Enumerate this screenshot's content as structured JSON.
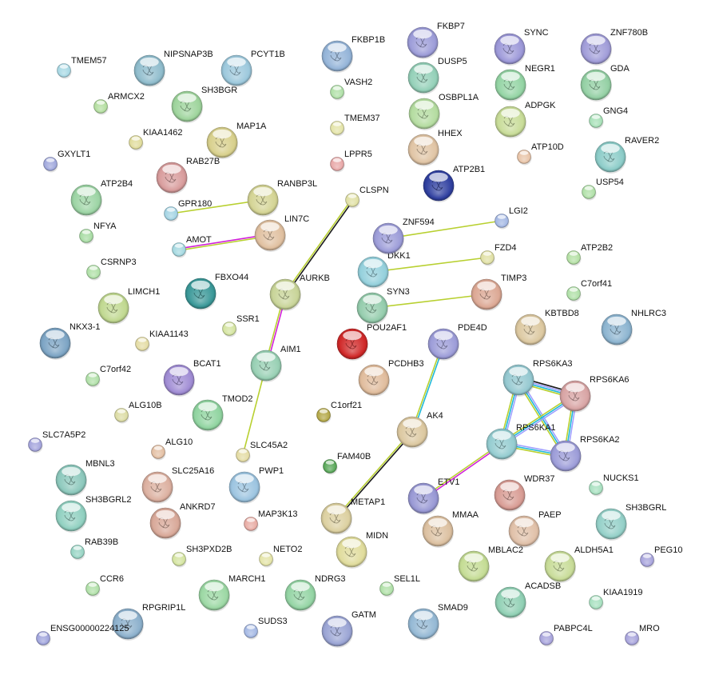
{
  "title": "STRING protein interaction network",
  "nodes": [
    {
      "id": "TMEM57",
      "color": "#a8d8e4"
    },
    {
      "id": "NIPSNAP3B",
      "color": "#8fbccc"
    },
    {
      "id": "PCYT1B",
      "color": "#9cc8dc"
    },
    {
      "id": "ARMCX2",
      "color": "#b4dea0"
    },
    {
      "id": "SH3BGR",
      "color": "#9ed49c"
    },
    {
      "id": "KIAA1462",
      "color": "#e0dc9c"
    },
    {
      "id": "MAP1A",
      "color": "#d8d08c"
    },
    {
      "id": "GXYLT1",
      "color": "#a0a8dc"
    },
    {
      "id": "RAB27B",
      "color": "#d89c9c"
    },
    {
      "id": "ATP2B4",
      "color": "#9cd4a4"
    },
    {
      "id": "GPR180",
      "color": "#a4d4e4"
    },
    {
      "id": "RANBP3L",
      "color": "#d4d494"
    },
    {
      "id": "NFYA",
      "color": "#a8dca4"
    },
    {
      "id": "AMOT",
      "color": "#a4d8e0"
    },
    {
      "id": "LIN7C",
      "color": "#e0c0a0"
    },
    {
      "id": "CSRNP3",
      "color": "#b0e0a8"
    },
    {
      "id": "FBXO44",
      "color": "#3a9898"
    },
    {
      "id": "AURKB",
      "color": "#c8d498"
    },
    {
      "id": "LIMCH1",
      "color": "#c0d890"
    },
    {
      "id": "SSR1",
      "color": "#d4e4a0"
    },
    {
      "id": "KIAA1143",
      "color": "#e4dca4"
    },
    {
      "id": "NKX3-1",
      "color": "#7ca4c4"
    },
    {
      "id": "AIM1",
      "color": "#98d0b4"
    },
    {
      "id": "C7orf42",
      "color": "#b0e0a8"
    },
    {
      "id": "BCAT1",
      "color": "#a08cd4"
    },
    {
      "id": "ALG10B",
      "color": "#dcdca4"
    },
    {
      "id": "TMOD2",
      "color": "#90d4a0"
    },
    {
      "id": "SLC7A5P2",
      "color": "#a4a4dc"
    },
    {
      "id": "SLC45A2",
      "color": "#e4dca4"
    },
    {
      "id": "ALG10",
      "color": "#e4c0a4"
    },
    {
      "id": "MBNL3",
      "color": "#8cc8bc"
    },
    {
      "id": "SLC25A16",
      "color": "#dcb0a0"
    },
    {
      "id": "PWP1",
      "color": "#9cc4e0"
    },
    {
      "id": "SH3BGRL2",
      "color": "#90d0c0"
    },
    {
      "id": "ANKRD7",
      "color": "#d8a898"
    },
    {
      "id": "MAP3K13",
      "color": "#e8aca4"
    },
    {
      "id": "RAB39B",
      "color": "#98d4c4"
    },
    {
      "id": "SH3PXD2B",
      "color": "#d4e4a0"
    },
    {
      "id": "NETO2",
      "color": "#e4e4a8"
    },
    {
      "id": "CCR6",
      "color": "#b0e0a8"
    },
    {
      "id": "MARCH1",
      "color": "#9cd8a4"
    },
    {
      "id": "NDRG3",
      "color": "#94d4a4"
    },
    {
      "id": "SEL1L",
      "color": "#b0e0a8"
    },
    {
      "id": "RPGRIP1L",
      "color": "#8cb0cc"
    },
    {
      "id": "ENSG00000224125",
      "color": "#a0a4dc"
    },
    {
      "id": "SUDS3",
      "color": "#a4b8e4"
    },
    {
      "id": "GATM",
      "color": "#9aa4d4"
    },
    {
      "id": "SMAD9",
      "color": "#94b8d4"
    },
    {
      "id": "ACADSB",
      "color": "#90d0b4"
    },
    {
      "id": "KIAA1919",
      "color": "#a8e0c0"
    },
    {
      "id": "PABPC4L",
      "color": "#a8a4dc"
    },
    {
      "id": "MRO",
      "color": "#a8a4dc"
    },
    {
      "id": "PEG10",
      "color": "#a8a4dc"
    },
    {
      "id": "ALDH5A1",
      "color": "#c8dc98"
    },
    {
      "id": "MBLAC2",
      "color": "#c4dc94"
    },
    {
      "id": "MIDN",
      "color": "#e0dc9c"
    },
    {
      "id": "METAP1",
      "color": "#dcd0a0"
    },
    {
      "id": "MMAA",
      "color": "#dcc0a0"
    },
    {
      "id": "PAEP",
      "color": "#e0c0a8"
    },
    {
      "id": "SH3BGRL",
      "color": "#94d0c8"
    },
    {
      "id": "WDR37",
      "color": "#d89c94"
    },
    {
      "id": "NUCKS1",
      "color": "#a8e0c0"
    },
    {
      "id": "ETV1",
      "color": "#9898d4"
    },
    {
      "id": "FAM40B",
      "color": "#5aa85a"
    },
    {
      "id": "AK4",
      "color": "#dcc8a0"
    },
    {
      "id": "C1orf21",
      "color": "#b4a848"
    },
    {
      "id": "PCDHB3",
      "color": "#e0bc9c"
    },
    {
      "id": "POU2AF1",
      "color": "#d02828"
    },
    {
      "id": "PDE4D",
      "color": "#9c9cd8"
    },
    {
      "id": "RPS6KA3",
      "color": "#94c8d0"
    },
    {
      "id": "RPS6KA6",
      "color": "#d8a4a4"
    },
    {
      "id": "RPS6KA1",
      "color": "#94ccd0"
    },
    {
      "id": "RPS6KA2",
      "color": "#9c9cd8"
    },
    {
      "id": "KBTBD8",
      "color": "#dcc8a0"
    },
    {
      "id": "NHLRC3",
      "color": "#8cb4d0"
    },
    {
      "id": "C7orf41",
      "color": "#b0e0a8"
    },
    {
      "id": "ATP2B2",
      "color": "#b4e0a4"
    },
    {
      "id": "TIMP3",
      "color": "#dca894"
    },
    {
      "id": "SYN3",
      "color": "#94ccac"
    },
    {
      "id": "DKK1",
      "color": "#94d0dc"
    },
    {
      "id": "FZD4",
      "color": "#e0e0a4"
    },
    {
      "id": "ZNF594",
      "color": "#9c9cd8"
    },
    {
      "id": "LGI2",
      "color": "#a4b8e4"
    },
    {
      "id": "CLSPN",
      "color": "#e0e0a4"
    },
    {
      "id": "ATP2B1",
      "color": "#3040a0"
    },
    {
      "id": "LPPR5",
      "color": "#e8a8a8"
    },
    {
      "id": "HHEX",
      "color": "#e0c4a4"
    },
    {
      "id": "ATP10D",
      "color": "#e8c4a8"
    },
    {
      "id": "USP54",
      "color": "#b0e0a8"
    },
    {
      "id": "RAVER2",
      "color": "#8cccc8"
    },
    {
      "id": "GNG4",
      "color": "#a8e0b8"
    },
    {
      "id": "ADPGK",
      "color": "#c8dc98"
    },
    {
      "id": "TMEM37",
      "color": "#e4e4a8"
    },
    {
      "id": "OSBPL1A",
      "color": "#b4dca0"
    },
    {
      "id": "VASH2",
      "color": "#b0e0a8"
    },
    {
      "id": "DUSP5",
      "color": "#94d0b8"
    },
    {
      "id": "FKBP1B",
      "color": "#94b4d8"
    },
    {
      "id": "FKBP7",
      "color": "#9c9cd8"
    },
    {
      "id": "SYNC",
      "color": "#9c98d8"
    },
    {
      "id": "NEGR1",
      "color": "#94d4a4"
    },
    {
      "id": "ZNF780B",
      "color": "#a09cd8"
    },
    {
      "id": "GDA",
      "color": "#94d0a4"
    }
  ],
  "edge_colors": {
    "coexpression": "#1a1a1a",
    "textmining": "#b8d030",
    "database": "#20b8d8",
    "experiment": "#d020d8",
    "homology": "#a0a0ff"
  },
  "edges": [
    {
      "a": "GPR180",
      "b": "RANBP3L",
      "types": [
        "textmining"
      ]
    },
    {
      "a": "AMOT",
      "b": "LIN7C",
      "types": [
        "experiment",
        "textmining"
      ]
    },
    {
      "a": "CLSPN",
      "b": "AURKB",
      "types": [
        "coexpression",
        "textmining"
      ]
    },
    {
      "a": "AURKB",
      "b": "AIM1",
      "types": [
        "experiment",
        "textmining"
      ]
    },
    {
      "a": "AIM1",
      "b": "SLC45A2",
      "types": [
        "textmining"
      ]
    },
    {
      "a": "ZNF594",
      "b": "LGI2",
      "types": [
        "textmining"
      ]
    },
    {
      "a": "DKK1",
      "b": "FZD4",
      "types": [
        "textmining"
      ]
    },
    {
      "a": "SYN3",
      "b": "TIMP3",
      "types": [
        "textmining"
      ]
    },
    {
      "a": "PDE4D",
      "b": "AK4",
      "types": [
        "database",
        "textmining"
      ]
    },
    {
      "a": "AK4",
      "b": "METAP1",
      "types": [
        "coexpression",
        "textmining"
      ]
    },
    {
      "a": "RPS6KA1",
      "b": "ETV1",
      "types": [
        "experiment",
        "textmining"
      ]
    },
    {
      "a": "RPS6KA3",
      "b": "RPS6KA6",
      "types": [
        "coexpression",
        "homology",
        "database",
        "textmining"
      ]
    },
    {
      "a": "RPS6KA3",
      "b": "RPS6KA1",
      "types": [
        "homology",
        "database",
        "textmining"
      ]
    },
    {
      "a": "RPS6KA3",
      "b": "RPS6KA2",
      "types": [
        "homology",
        "database",
        "textmining"
      ]
    },
    {
      "a": "RPS6KA6",
      "b": "RPS6KA1",
      "types": [
        "homology",
        "database",
        "textmining"
      ]
    },
    {
      "a": "RPS6KA6",
      "b": "RPS6KA2",
      "types": [
        "homology",
        "database",
        "textmining"
      ]
    },
    {
      "a": "RPS6KA1",
      "b": "RPS6KA2",
      "types": [
        "homology",
        "database",
        "textmining"
      ]
    }
  ]
}
